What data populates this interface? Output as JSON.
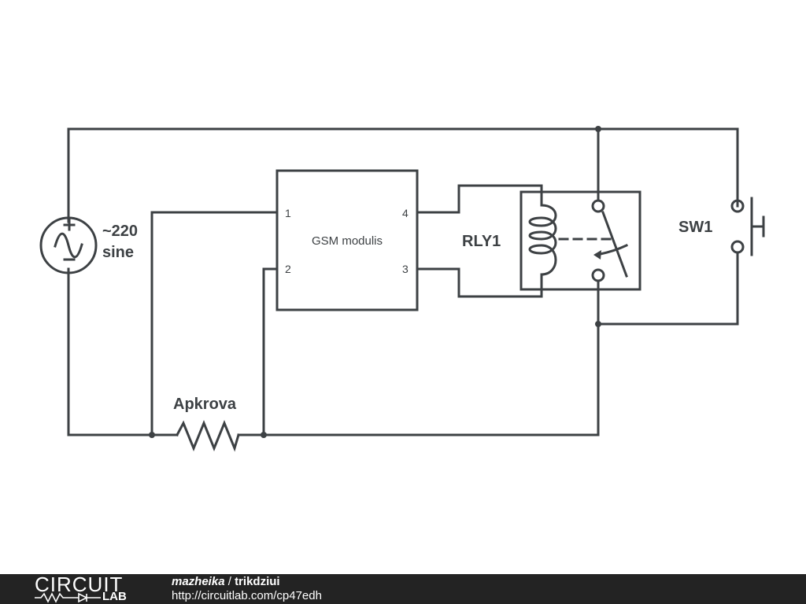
{
  "schematic": {
    "source": {
      "voltage": "~220",
      "waveform": "sine"
    },
    "resistor": {
      "label": "Apkrova"
    },
    "module": {
      "label": "GSM modulis",
      "pins": {
        "p1": "1",
        "p2": "2",
        "p3": "3",
        "p4": "4"
      }
    },
    "relay": {
      "label": "RLY1"
    },
    "switch": {
      "label": "SW1"
    },
    "colors": {
      "wire": "#3d4144",
      "background": "#ffffff"
    }
  },
  "footer": {
    "logo_top": "CIRCUIT",
    "logo_bottom": "LAB",
    "author": "mazheika",
    "separator": "/",
    "title": "trikdziui",
    "url": "http://circuitlab.com/cp47edh",
    "colors": {
      "background": "#232323",
      "text": "#ffffff"
    }
  }
}
